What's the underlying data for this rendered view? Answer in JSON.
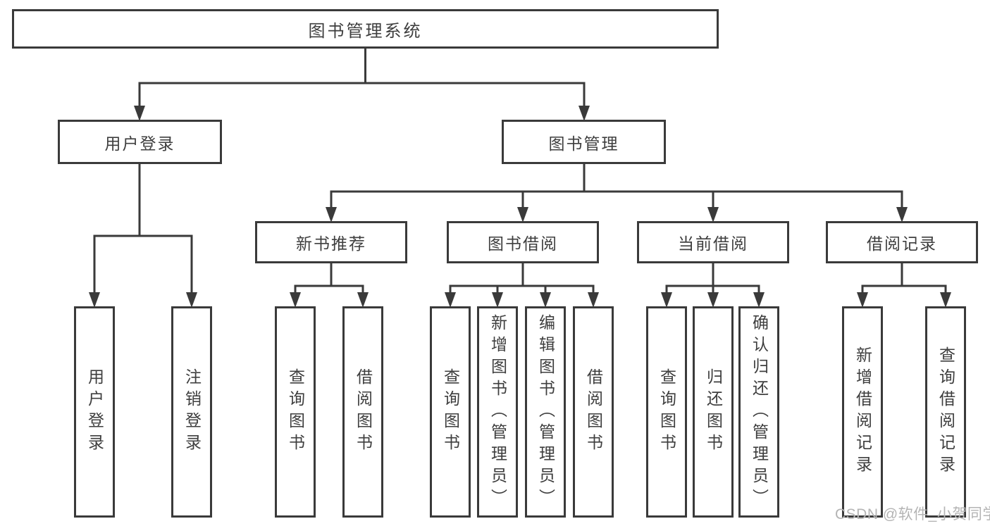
{
  "tree": {
    "label": "图书管理系统",
    "children": [
      {
        "label": "用户登录",
        "children": [
          {
            "label": "用户登录"
          },
          {
            "label": "注销登录"
          }
        ]
      },
      {
        "label": "图书管理",
        "children": [
          {
            "label": "新书推荐",
            "children": [
              {
                "label": "查询图书"
              },
              {
                "label": "借阅图书"
              }
            ]
          },
          {
            "label": "图书借阅",
            "children": [
              {
                "label": "查询图书"
              },
              {
                "label": "新增图书（管理员）"
              },
              {
                "label": "编辑图书（管理员）"
              },
              {
                "label": "借阅图书"
              }
            ]
          },
          {
            "label": "当前借阅",
            "children": [
              {
                "label": "查询图书"
              },
              {
                "label": "归还图书"
              },
              {
                "label": "确认归还（管理员）"
              }
            ]
          },
          {
            "label": "借阅记录",
            "children": [
              {
                "label": "新增借阅记录"
              },
              {
                "label": "查询借阅记录"
              }
            ]
          }
        ]
      }
    ]
  },
  "watermark": {
    "text": "CSDN @软件_小贺同学"
  },
  "colors": {
    "line": "#3a3a3a",
    "text": "#3e3e3e",
    "watermark": "#b4b4b4",
    "background": "#ffffff"
  }
}
